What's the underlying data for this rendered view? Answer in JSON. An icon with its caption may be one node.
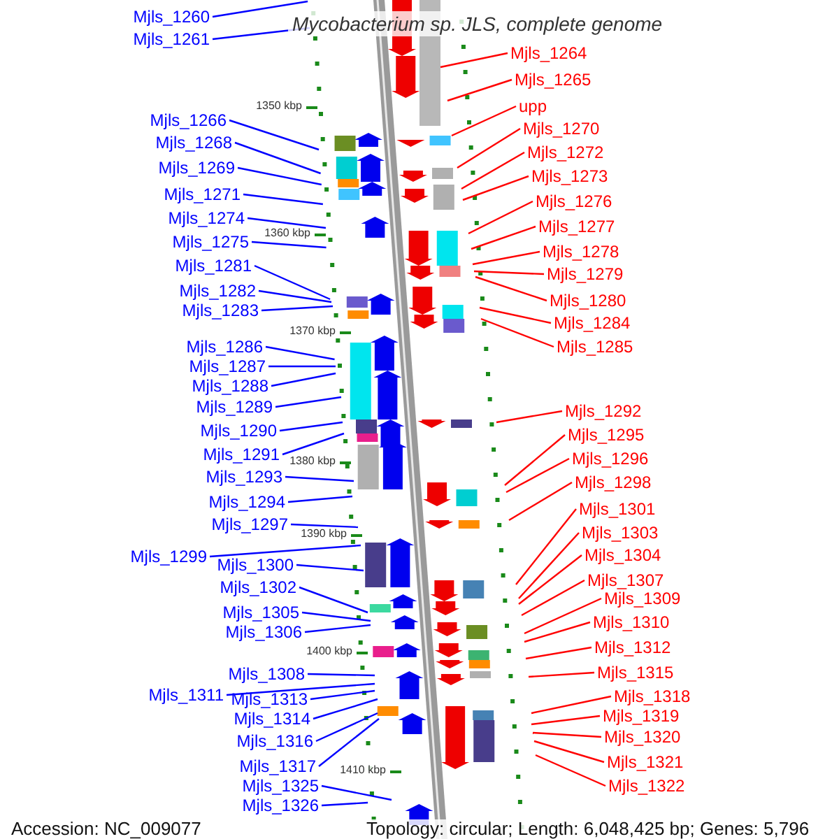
{
  "diagram": {
    "title": "Mycobacterium sp. JLS, complete genome",
    "nodes": [
      {
        "text": [
          "Mjls_1260"
        ]
      },
      {
        "text": [
          "Mjls_1261"
        ]
      },
      {
        "text": [
          "Mjls_1266"
        ]
      },
      {
        "text": [
          "Mjls_1268"
        ]
      },
      {
        "text": [
          "Mjls_1269"
        ]
      },
      {
        "text": [
          "Mjls_1271"
        ]
      },
      {
        "text": [
          "Mjls_1274"
        ]
      },
      {
        "text": [
          "Mjls_1275"
        ]
      },
      {
        "text": [
          "Mjls_1281"
        ]
      },
      {
        "text": [
          "Mjls_1282"
        ]
      },
      {
        "text": [
          "Mjls_1283"
        ]
      },
      {
        "text": [
          "Mjls_1286"
        ]
      },
      {
        "text": [
          "Mjls_1287"
        ]
      },
      {
        "text": [
          "Mjls_1288"
        ]
      },
      {
        "text": [
          "Mjls_1289"
        ]
      },
      {
        "text": [
          "Mjls_1290"
        ]
      },
      {
        "text": [
          "Mjls_1291"
        ]
      },
      {
        "text": [
          "Mjls_1293"
        ]
      },
      {
        "text": [
          "Mjls_1294"
        ]
      },
      {
        "text": [
          "Mjls_1297"
        ]
      },
      {
        "text": [
          "Mjls_1299"
        ]
      },
      {
        "text": [
          "Mjls_1300"
        ]
      },
      {
        "text": [
          "Mjls_1302"
        ]
      },
      {
        "text": [
          "Mjls_1305"
        ]
      },
      {
        "text": [
          "Mjls_1306"
        ]
      },
      {
        "text": [
          "Mjls_1308"
        ]
      },
      {
        "text": [
          "Mjls_1311"
        ]
      },
      {
        "text": [
          "Mjls_1313"
        ]
      },
      {
        "text": [
          "Mjls_1314"
        ]
      },
      {
        "text": [
          "Mjls_1316"
        ]
      },
      {
        "text": [
          "Mjls_1317"
        ]
      },
      {
        "text": [
          "Mjls_1325"
        ]
      },
      {
        "text": [
          "Mjls_1326"
        ]
      },
      {
        "text": [
          "Mjls_1264"
        ]
      },
      {
        "text": [
          "Mjls_1265"
        ]
      },
      {
        "text": [
          "upp"
        ]
      },
      {
        "text": [
          "Mjls_1270"
        ]
      },
      {
        "text": [
          "Mjls_1272"
        ]
      },
      {
        "text": [
          "Mjls_1273"
        ]
      },
      {
        "text": [
          "Mjls_1276"
        ]
      },
      {
        "text": [
          "Mjls_1277"
        ]
      },
      {
        "text": [
          "Mjls_1278"
        ]
      },
      {
        "text": [
          "Mjls_1279"
        ]
      },
      {
        "text": [
          "Mjls_1280"
        ]
      },
      {
        "text": [
          "Mjls_1284"
        ]
      },
      {
        "text": [
          "Mjls_1285"
        ]
      },
      {
        "text": [
          "Mjls_1292"
        ]
      },
      {
        "text": [
          "Mjls_1295"
        ]
      },
      {
        "text": [
          "Mjls_1296"
        ]
      },
      {
        "text": [
          "Mjls_1298"
        ]
      },
      {
        "text": [
          "Mjls_1301"
        ]
      },
      {
        "text": [
          "Mjls_1303"
        ]
      },
      {
        "text": [
          "Mjls_1304"
        ]
      },
      {
        "text": [
          "Mjls_1307"
        ]
      },
      {
        "text": [
          "Mjls_1309"
        ]
      },
      {
        "text": [
          "Mjls_1310"
        ]
      },
      {
        "text": [
          "Mjls_1312"
        ]
      },
      {
        "text": [
          "Mjls_1315"
        ]
      },
      {
        "text": [
          "Mjls_1318"
        ]
      },
      {
        "text": [
          "Mjls_1319"
        ]
      },
      {
        "text": [
          "Mjls_1320"
        ]
      },
      {
        "text": [
          "Mjls_1321"
        ]
      },
      {
        "text": [
          "Mjls_1322"
        ]
      }
    ],
    "edges": [
      {
        "from": 0,
        "to": null,
        "arrow": "none"
      },
      {
        "from": 1,
        "to": null,
        "arrow": "none"
      },
      {
        "from": 2,
        "to": null,
        "arrow": "none"
      },
      {
        "from": 3,
        "to": null,
        "arrow": "none"
      },
      {
        "from": 4,
        "to": null,
        "arrow": "none"
      },
      {
        "from": 5,
        "to": null,
        "arrow": "none"
      },
      {
        "from": 6,
        "to": null,
        "arrow": "none"
      },
      {
        "from": 7,
        "to": null,
        "arrow": "none"
      },
      {
        "from": 8,
        "to": null,
        "arrow": "none"
      },
      {
        "from": 9,
        "to": null,
        "arrow": "none"
      },
      {
        "from": 10,
        "to": null,
        "arrow": "none"
      },
      {
        "from": 11,
        "to": null,
        "arrow": "none"
      },
      {
        "from": 12,
        "to": null,
        "arrow": "none"
      },
      {
        "from": 13,
        "to": null,
        "arrow": "none"
      },
      {
        "from": 14,
        "to": null,
        "arrow": "none"
      },
      {
        "from": 15,
        "to": null,
        "arrow": "none"
      },
      {
        "from": 16,
        "to": null,
        "arrow": "none"
      },
      {
        "from": 17,
        "to": null,
        "arrow": "none"
      },
      {
        "from": 18,
        "to": null,
        "arrow": "none"
      },
      {
        "from": 19,
        "to": null,
        "arrow": "none"
      },
      {
        "from": 20,
        "to": null,
        "arrow": "none"
      },
      {
        "from": 21,
        "to": null,
        "arrow": "none"
      },
      {
        "from": 22,
        "to": null,
        "arrow": "none"
      },
      {
        "from": 23,
        "to": null,
        "arrow": "none"
      },
      {
        "from": 24,
        "to": null,
        "arrow": "none"
      },
      {
        "from": 25,
        "to": null,
        "arrow": "none"
      },
      {
        "from": 26,
        "to": null,
        "arrow": "none"
      },
      {
        "from": 27,
        "to": null,
        "arrow": "none"
      },
      {
        "from": 28,
        "to": null,
        "arrow": "none"
      },
      {
        "from": 29,
        "to": null,
        "arrow": "none"
      },
      {
        "from": 30,
        "to": null,
        "arrow": "none"
      },
      {
        "from": 31,
        "to": null,
        "arrow": "none"
      },
      {
        "from": 32,
        "to": null,
        "arrow": "none"
      },
      {
        "from": 33,
        "to": null,
        "arrow": "none",
        "color": "#ff0000"
      },
      {
        "from": 34,
        "to": null,
        "arrow": "none",
        "color": "#ff0000"
      },
      {
        "from": 35,
        "to": null,
        "arrow": "none",
        "color": "#ff0000"
      },
      {
        "from": 36,
        "to": null,
        "arrow": "none",
        "color": "#ff0000"
      },
      {
        "from": 37,
        "to": null,
        "arrow": "none",
        "color": "#ff0000"
      },
      {
        "from": 38,
        "to": null,
        "arrow": "none",
        "color": "#ff0000"
      },
      {
        "from": 39,
        "to": null,
        "arrow": "none",
        "color": "#ff0000"
      },
      {
        "from": 40,
        "to": null,
        "arrow": "none",
        "color": "#ff0000"
      },
      {
        "from": 41,
        "to": null,
        "arrow": "none",
        "color": "#ff0000"
      },
      {
        "from": 42,
        "to": null,
        "arrow": "none",
        "color": "#ff0000"
      },
      {
        "from": 43,
        "to": null,
        "arrow": "none",
        "color": "#ff0000"
      },
      {
        "from": 44,
        "to": null,
        "arrow": "none",
        "color": "#ff0000"
      },
      {
        "from": 45,
        "to": null,
        "arrow": "none",
        "color": "#ff0000"
      },
      {
        "from": 46,
        "to": null,
        "arrow": "none",
        "color": "#ff0000"
      },
      {
        "from": 47,
        "to": null,
        "arrow": "none",
        "color": "#ff0000"
      },
      {
        "from": 48,
        "to": null,
        "arrow": "none",
        "color": "#ff0000"
      },
      {
        "from": 49,
        "to": null,
        "arrow": "none",
        "color": "#ff0000"
      },
      {
        "from": 50,
        "to": null,
        "arrow": "none",
        "color": "#ff0000"
      },
      {
        "from": 51,
        "to": null,
        "arrow": "none",
        "color": "#ff0000"
      },
      {
        "from": 52,
        "to": null,
        "arrow": "none",
        "color": "#ff0000"
      },
      {
        "from": 53,
        "to": null,
        "arrow": "none",
        "color": "#ff0000"
      },
      {
        "from": 54,
        "to": null,
        "arrow": "none",
        "color": "#ff0000"
      },
      {
        "from": 55,
        "to": null,
        "arrow": "none",
        "color": "#ff0000"
      },
      {
        "from": 56,
        "to": null,
        "arrow": "none",
        "color": "#ff0000"
      },
      {
        "from": 57,
        "to": null,
        "arrow": "none",
        "color": "#ff0000"
      },
      {
        "from": 58,
        "to": null,
        "arrow": "none",
        "color": "#ff0000"
      },
      {
        "from": 59,
        "to": null,
        "arrow": "none",
        "color": "#ff0000"
      },
      {
        "from": 60,
        "to": null,
        "arrow": "none",
        "color": "#ff0000"
      },
      {
        "from": 61,
        "to": null,
        "arrow": "none",
        "color": "#ff0000"
      },
      {
        "from": 62,
        "to": null,
        "arrow": "none",
        "color": "#ff0000"
      }
    ],
    "labels": [
      "1350 kbp",
      "1360 kbp",
      "1370 kbp",
      "1380 kbp",
      "1390 kbp",
      "1400 kbp",
      "1410 kbp",
      "Accession: NC_009077",
      "Topology: circular; Length: 6,048,425 bp; Genes: 5,796"
    ]
  }
}
